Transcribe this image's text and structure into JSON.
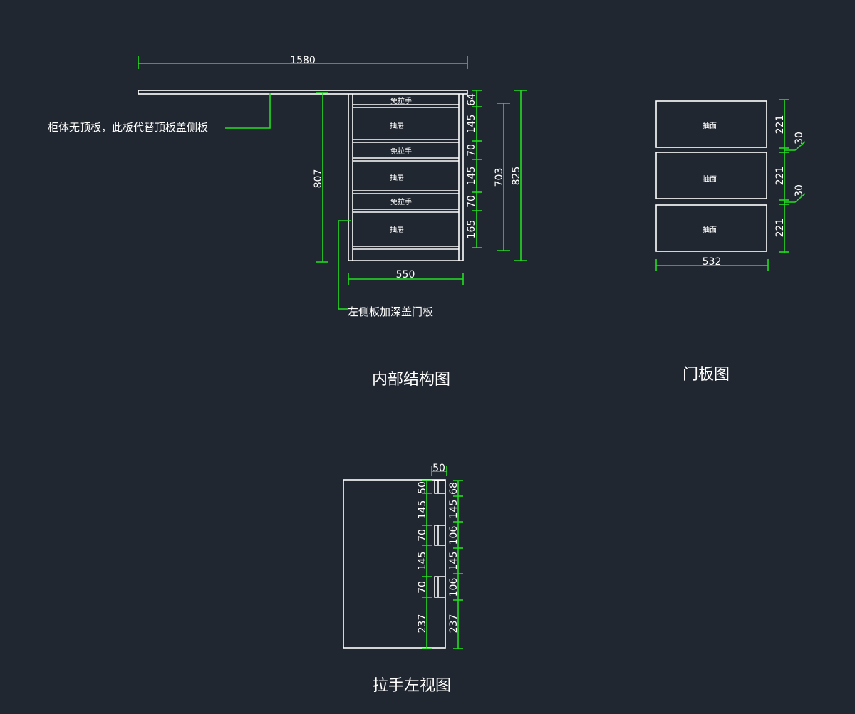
{
  "titles": {
    "internal": "内部结构图",
    "door": "门板图",
    "handle": "拉手左视图"
  },
  "notes": {
    "top_board": "柜体无顶板，此板代替顶板盖侧板",
    "left_side": "左侧板加深盖门板"
  },
  "internal": {
    "width_top": "1580",
    "depth": "550",
    "height_807": "807",
    "height_703": "703",
    "height_825": "825",
    "rows": [
      "免拉手",
      "抽屉",
      "免拉手",
      "抽屉",
      "免拉手",
      "抽屉"
    ],
    "dims": [
      "64",
      "145",
      "70",
      "145",
      "70",
      "165"
    ]
  },
  "door": {
    "labels": [
      "抽面",
      "抽面",
      "抽面"
    ],
    "heights": [
      "221",
      "221",
      "221"
    ],
    "gaps": [
      "30",
      "30"
    ],
    "width": "532"
  },
  "handle": {
    "top": "50",
    "left_dims": [
      "50",
      "145",
      "70",
      "145",
      "70",
      "237"
    ],
    "right_dims": [
      "68",
      "145",
      "106",
      "145",
      "106",
      "237"
    ]
  },
  "colors": {
    "background": "#212730",
    "line": "#ffffff",
    "dimension": "#22dd22"
  }
}
